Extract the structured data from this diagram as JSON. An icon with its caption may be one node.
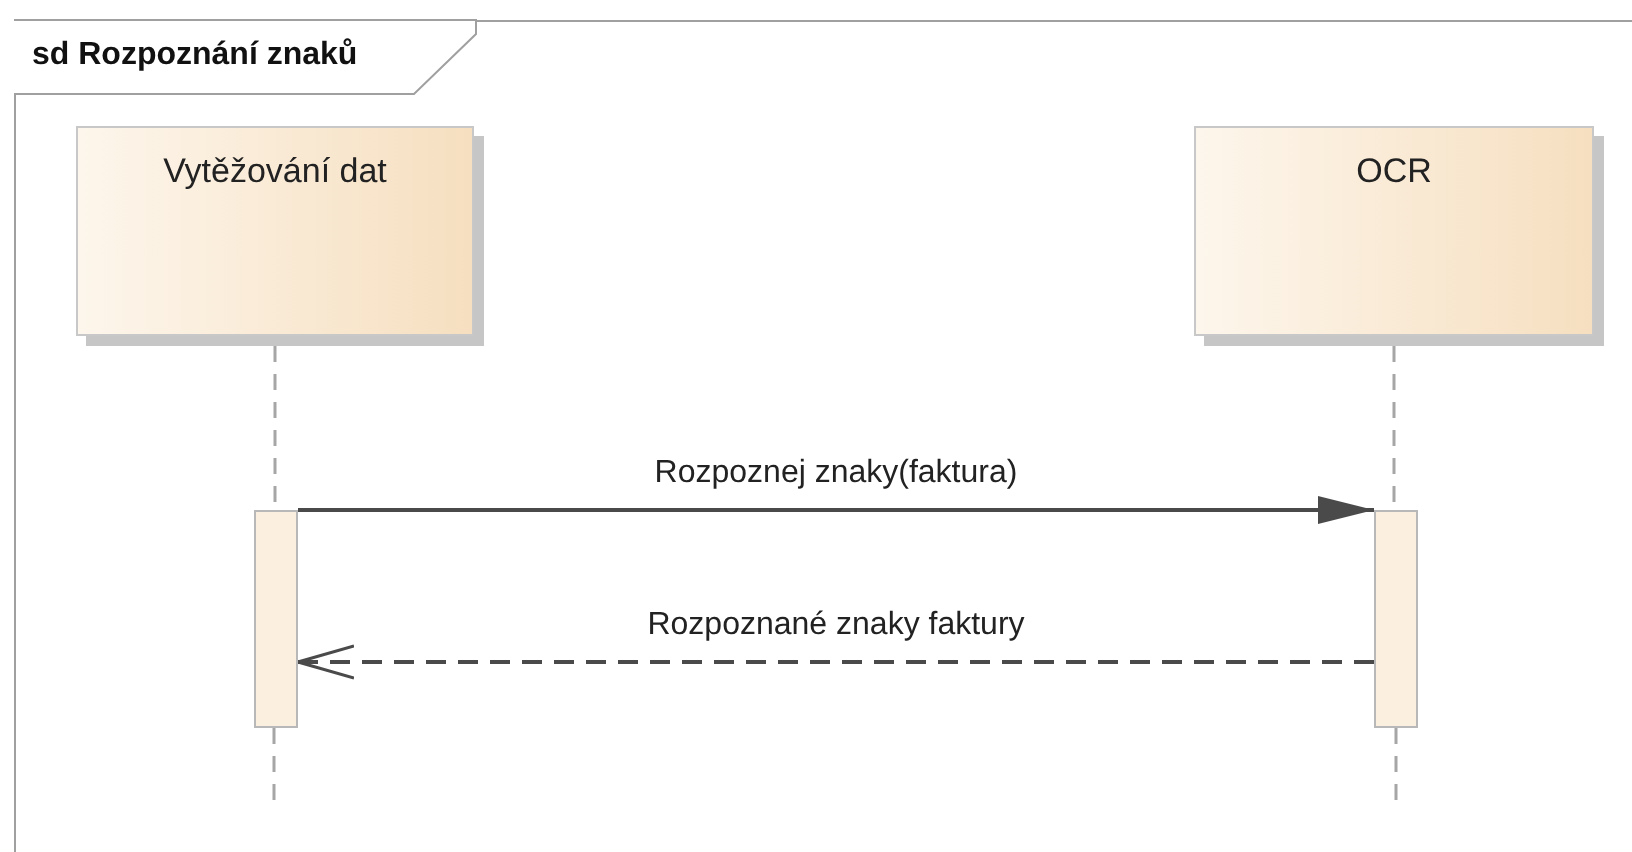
{
  "diagram": {
    "title": "sd Rozpoznání znaků",
    "nodes": [
      {
        "text": [
          "Vytěžování dat"
        ]
      },
      {
        "text": [
          "OCR"
        ]
      },
      {
        "text": [],
        "shape": "bar"
      },
      {
        "text": [],
        "shape": "bar"
      }
    ],
    "edges": [
      {
        "from": 0,
        "to": 2,
        "arrow": "none",
        "style": "dashed",
        "color": "#a6a6a6"
      },
      {
        "from": 1,
        "to": 3,
        "arrow": "none",
        "style": "dashed",
        "color": "#a6a6a6"
      },
      {
        "from": 2,
        "to": 3,
        "arrow": "to",
        "color": "#4a4a4a",
        "label": "Rozpoznej znaky(faktura)"
      },
      {
        "from": 3,
        "to": 2,
        "arrow": "to",
        "style": "dashed",
        "color": "#4a4a4a",
        "label": "Rozpoznané znaky faktury"
      }
    ]
  }
}
